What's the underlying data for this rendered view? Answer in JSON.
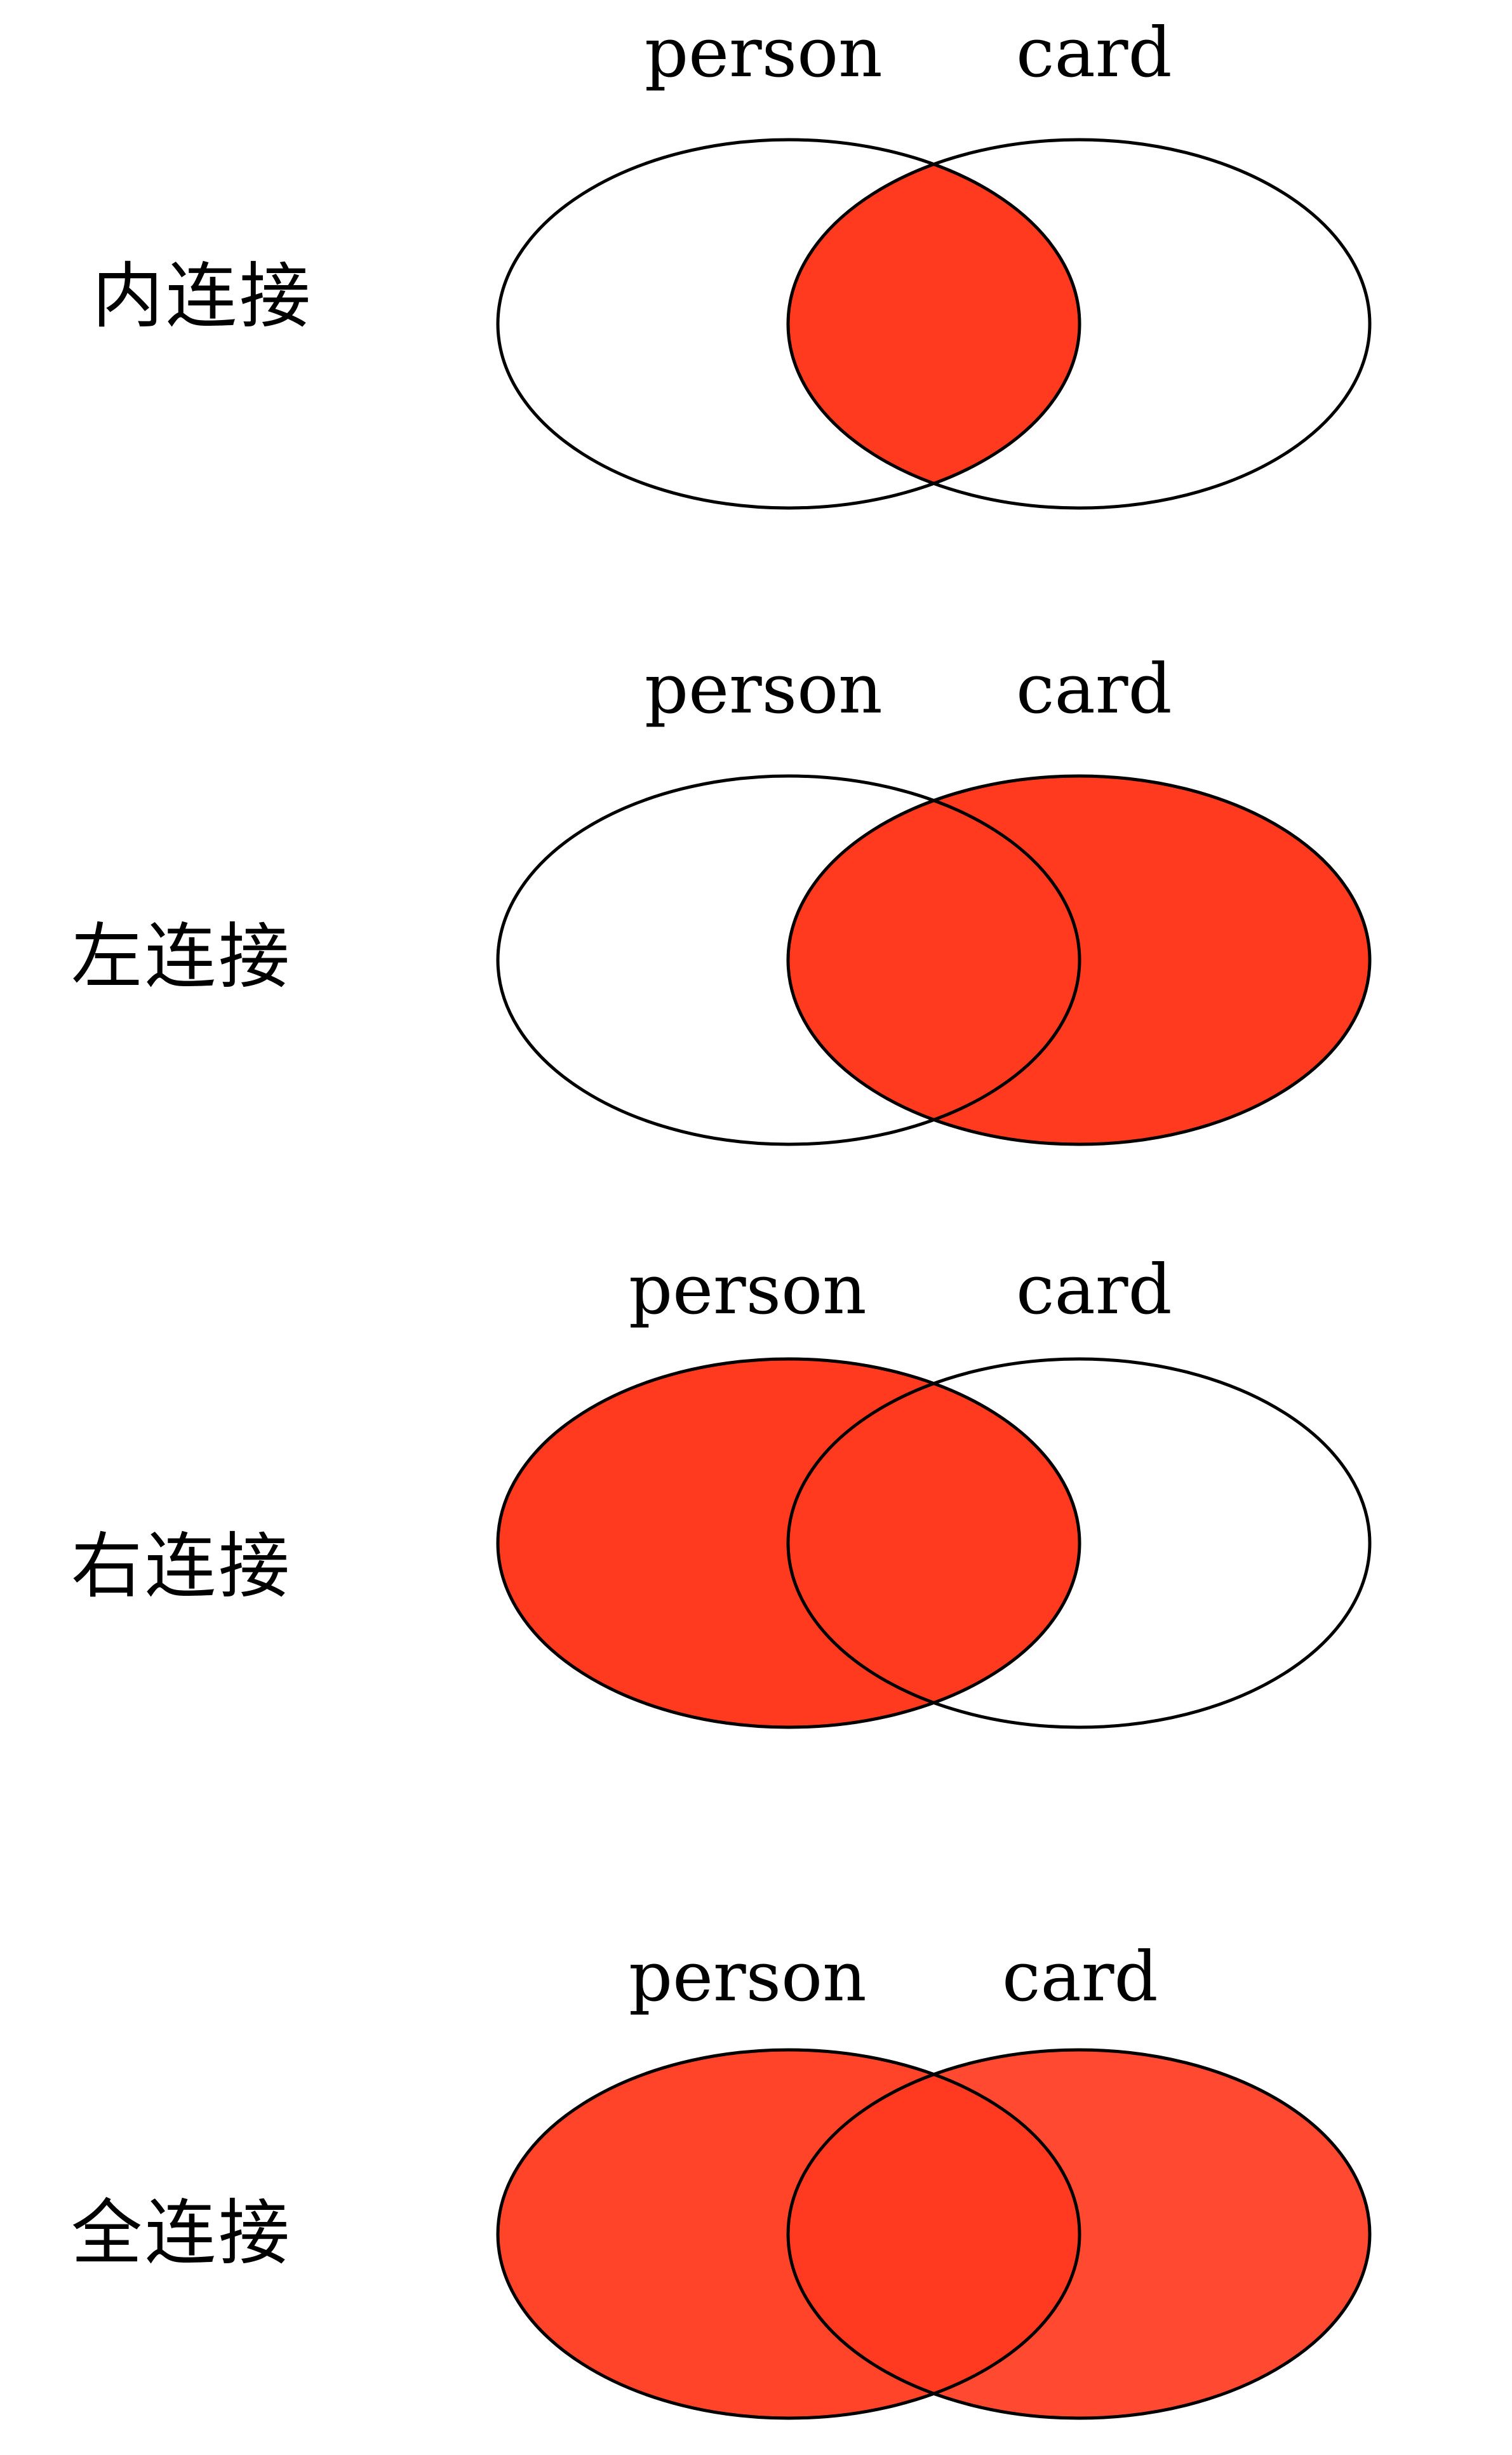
{
  "colors": {
    "fill": "#ff3a1f",
    "overlap": "#ff2a0a",
    "outline": "#000000",
    "background": "#ffffff"
  },
  "rows": [
    {
      "title": "内连接",
      "left_label": "person",
      "right_label": "card",
      "highlight": "intersection"
    },
    {
      "title": "左连接",
      "left_label": "person",
      "right_label": "card",
      "highlight": "right-set"
    },
    {
      "title": "右连接",
      "left_label": "person",
      "right_label": "card",
      "highlight": "left-set"
    },
    {
      "title": "全连接",
      "left_label": "person",
      "right_label": "card",
      "highlight": "union"
    }
  ]
}
